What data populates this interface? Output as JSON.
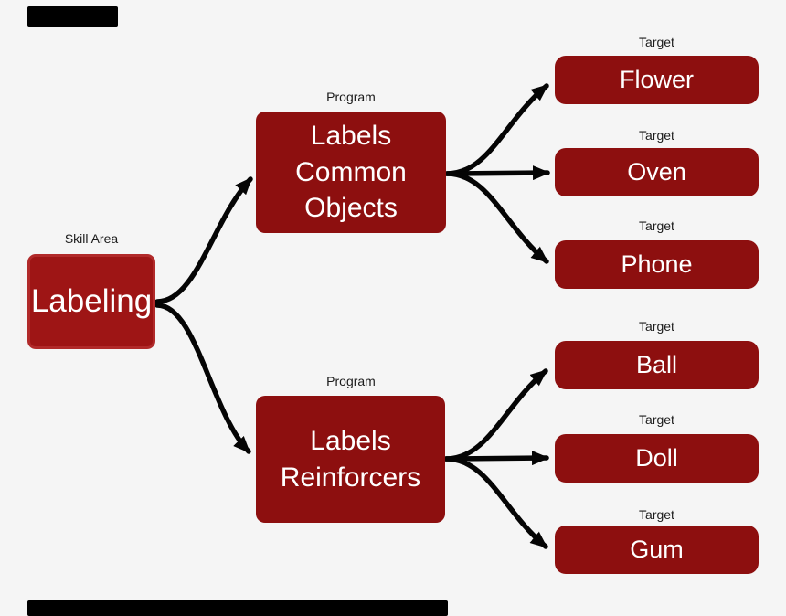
{
  "colors": {
    "background": "#f5f5f5",
    "node_fill": "#8d0f0f",
    "skill_fill": "#9e1515",
    "skill_border": "#b12a2a",
    "node_text": "#ffffff",
    "tag_text": "#1b1b1b",
    "arrow": "#050505",
    "redaction": "#000000"
  },
  "diagram": {
    "skill": {
      "tag": "Skill Area",
      "label": "Labeling"
    },
    "programs": [
      {
        "tag": "Program",
        "label": "Labels Common Objects"
      },
      {
        "tag": "Program",
        "label": "Labels Reinforcers"
      }
    ],
    "targets": [
      {
        "tag": "Target",
        "label": "Flower"
      },
      {
        "tag": "Target",
        "label": "Oven"
      },
      {
        "tag": "Target",
        "label": "Phone"
      },
      {
        "tag": "Target",
        "label": "Ball"
      },
      {
        "tag": "Target",
        "label": "Doll"
      },
      {
        "tag": "Target",
        "label": "Gum"
      }
    ]
  }
}
